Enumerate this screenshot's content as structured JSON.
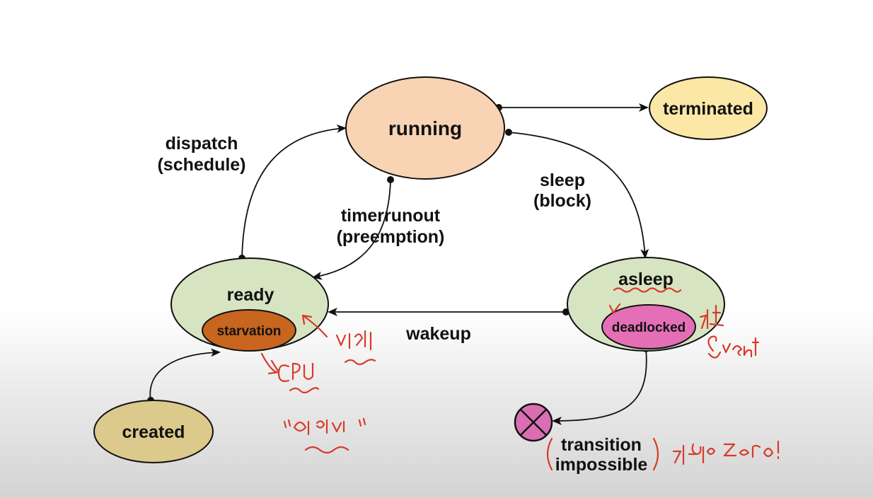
{
  "colors": {
    "running": "#f8d4b4",
    "terminated": "#fbe8a6",
    "ready": "#d7e4c2",
    "starvation": "#c8651e",
    "asleep": "#d7e4c2",
    "deadlocked": "#e56fb6",
    "created": "#dcc98c",
    "impossible": "#d96fb2",
    "outline": "#111111",
    "annotation": "#d83a2a"
  },
  "nodes": {
    "running": "running",
    "terminated": "terminated",
    "ready": "ready",
    "starvation": "starvation",
    "asleep": "asleep",
    "deadlocked": "deadlocked",
    "created": "created"
  },
  "edges": {
    "dispatch_line1": "dispatch",
    "dispatch_line2": "(schedule)",
    "timer_line1": "timerrunout",
    "timer_line2": "(preemption)",
    "sleep_line1": "sleep",
    "sleep_line2": "(block)",
    "wakeup": "wakeup",
    "impossible_line1": "transition",
    "impossible_line2": "impossible"
  },
  "annotations": {
    "icons": [
      "handwritten-korean-note-icon"
    ]
  }
}
